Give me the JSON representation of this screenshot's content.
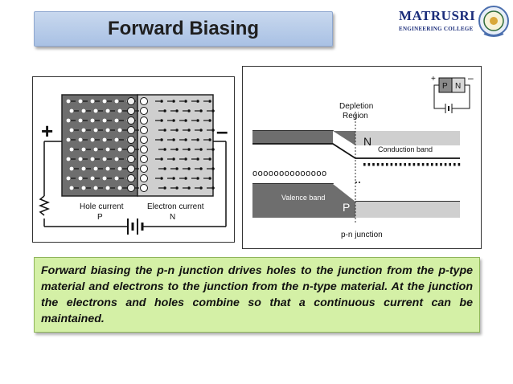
{
  "header": {
    "title": "Forward Biasing"
  },
  "logo": {
    "name": "MATRUSRI",
    "subtitle": "ENGINEERING COLLEGE"
  },
  "figure_left": {
    "plus_sign": "+",
    "minus_sign": "–",
    "hole_current_label": "Hole current",
    "electron_current_label": "Electron current",
    "p_label": "P",
    "n_label": "N"
  },
  "figure_right": {
    "depletion_label_1": "Depletion",
    "depletion_label_2": "Region",
    "n_label": "N",
    "conduction_band_label": "Conduction band",
    "valence_band_label": "Valence band",
    "p_label": "P",
    "junction_label": "p-n junction",
    "inset_p": "P",
    "inset_n": "N",
    "inset_plus": "+",
    "inset_minus": "–",
    "holes_row": "oooooooooooooo"
  },
  "caption": {
    "text": "Forward biasing the p-n junction drives holes to the junction from the p-type material and electrons to the junction from the n-type material. At the junction the electrons and holes combine so that a continuous current can be maintained."
  },
  "colors": {
    "title_bg": "#b4cbe8",
    "caption_bg": "#d4f0a6",
    "p_region": "#7a7a7a",
    "n_region": "#cfcfcf"
  }
}
